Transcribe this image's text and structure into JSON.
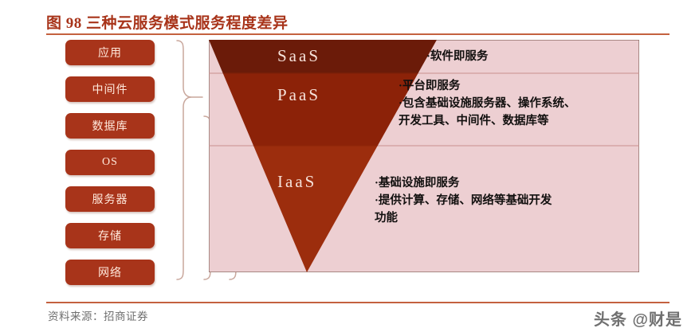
{
  "figure": {
    "title": "图 98 三种云服务模式服务程度差异",
    "accent_color": "#a8341a",
    "rule_color": "#c4613f"
  },
  "sidebar": {
    "items": [
      {
        "label": "应用"
      },
      {
        "label": "中间件"
      },
      {
        "label": "数据库"
      },
      {
        "label": "OS"
      },
      {
        "label": "服务器"
      },
      {
        "label": "存储"
      },
      {
        "label": "网络"
      }
    ]
  },
  "funnel": {
    "bands": [
      {
        "name": "SaaS",
        "color": "#6b1b09"
      },
      {
        "name": "PaaS",
        "color": "#8c2208"
      },
      {
        "name": "IaaS",
        "color": "#9c2d0d"
      }
    ],
    "panel_color": "#edcfd2",
    "panel_border": "#8c6a62"
  },
  "descriptions": {
    "saas": "·软件即服务",
    "paas": "·平台即服务\n·包含基础设施服务器、操作系统、\n   开发工具、中间件、数据库等",
    "iaas": "·基础设施即服务\n·提供计算、存储、网络等基础开发\n功能"
  },
  "footer": {
    "source": "资料来源：招商证券",
    "watermark": "头条 @财是"
  }
}
